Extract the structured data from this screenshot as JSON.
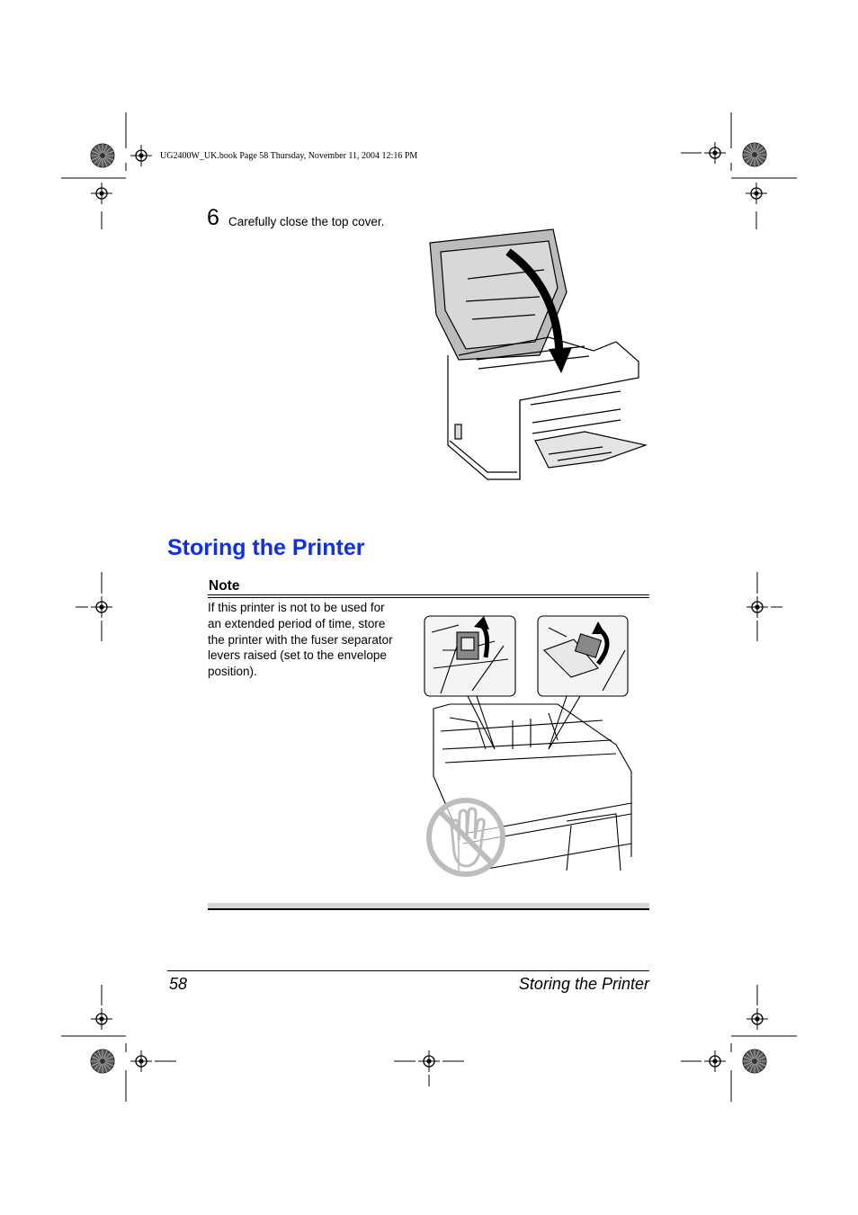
{
  "header": {
    "slug": "UG2400W_UK.book  Page 58  Thursday, November 11, 2004  12:16 PM"
  },
  "step": {
    "number": "6",
    "text": "Carefully close the top cover."
  },
  "section": {
    "title": "Storing the Printer"
  },
  "note": {
    "label": "Note",
    "text": "If this printer is not to be used for an extended period of time, store the printer with the fuser separator levers raised (set to the envelope position)."
  },
  "footer": {
    "page_number": "58",
    "running_title": "Storing the Printer"
  },
  "icons": {
    "registration_mark": "crosshair-circle",
    "color_wheel": "starburst-circle",
    "no_touch": "prohibited-hand"
  }
}
